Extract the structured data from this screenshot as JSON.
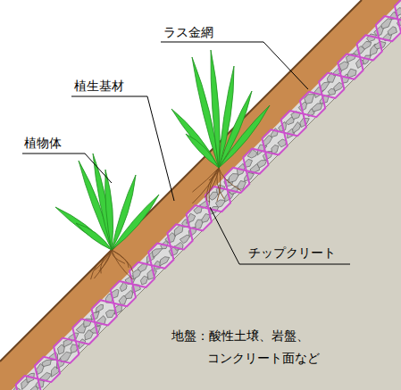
{
  "diagram": {
    "labels": [
      "ラス金網",
      "植生基材",
      "植物体",
      "チップクリート",
      "地盤：酸性土壌、岩盤、 コンクリート面など"
    ]
  }
}
